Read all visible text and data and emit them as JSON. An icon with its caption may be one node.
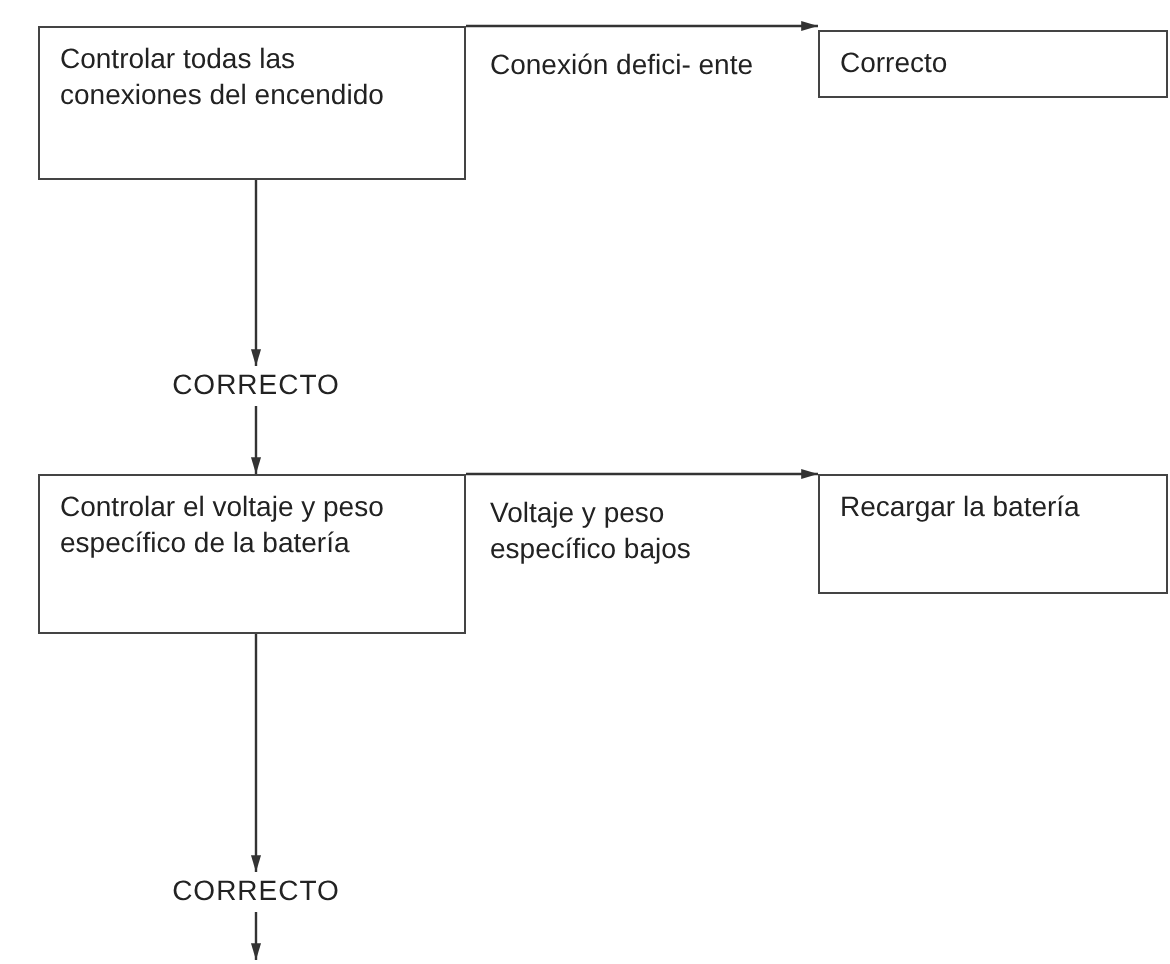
{
  "diagram": {
    "nodes": [
      {
        "text": [
          "Controlar todas las conexiones del encendido"
        ]
      },
      {
        "text": [
          "Correcto"
        ]
      },
      {
        "text": [
          "CORRECTO"
        ]
      },
      {
        "text": [
          "Controlar el voltaje y peso específico de la batería"
        ]
      },
      {
        "text": [
          "Recargar la batería"
        ]
      },
      {
        "text": [
          "CORRECTO"
        ]
      }
    ],
    "edges": [
      {
        "from": 0,
        "to": 1,
        "arrow": "to",
        "label": "Conexión defici- ente"
      },
      {
        "from": 0,
        "to": 2,
        "arrow": "to"
      },
      {
        "from": 2,
        "to": 3,
        "arrow": "to"
      },
      {
        "from": 3,
        "to": 4,
        "arrow": "to",
        "label": "Voltaje y peso específico bajos"
      },
      {
        "from": 3,
        "to": 5,
        "arrow": "to"
      },
      {
        "from": 5,
        "to": null,
        "arrow": "to"
      }
    ]
  }
}
